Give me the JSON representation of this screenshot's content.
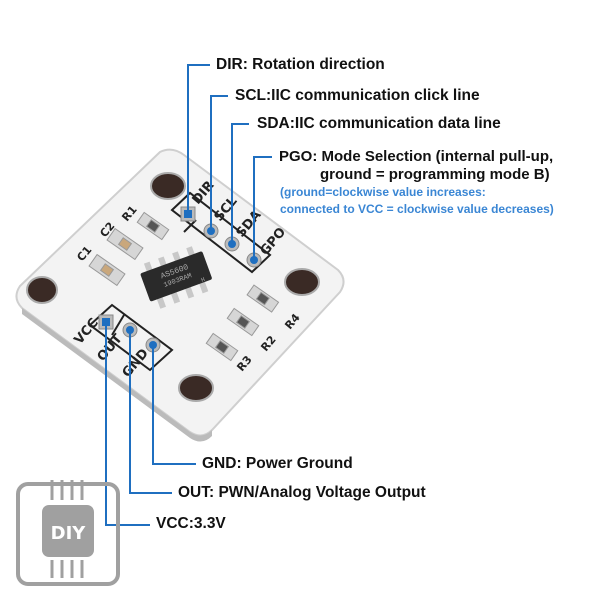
{
  "colors": {
    "line": "#1f6fc0",
    "note": "#3a86d4",
    "board": "#f4f4f4"
  },
  "board": {
    "chip_text": [
      "AS5600",
      "1903RAM",
      "H"
    ],
    "silkscreen": {
      "dir": "DIR",
      "scl": "SCL",
      "sda": "SDA",
      "gpo": "GPO",
      "vcc": "VCC",
      "out": "OUT",
      "gnd": "GND",
      "r1": "R1",
      "r2": "R2",
      "r3": "R3",
      "r4": "R4",
      "c1": "C1",
      "c2": "C2"
    }
  },
  "labels": {
    "dir": "DIR: Rotation direction",
    "scl": "SCL:IIC communication click line",
    "sda": "SDA:IIC communication data line",
    "pgo_line1": "PGO: Mode Selection (internal pull-up,",
    "pgo_line2": "ground = programming mode B)",
    "note_line1": "(ground=clockwise value increases:",
    "note_line2": "connected to VCC = clockwise value decreases)",
    "gnd": "GND: Power Ground",
    "out": "OUT: PWN/Analog Voltage Output",
    "vcc": "VCC:3.3V"
  },
  "watermark": {
    "text": "DIY"
  }
}
